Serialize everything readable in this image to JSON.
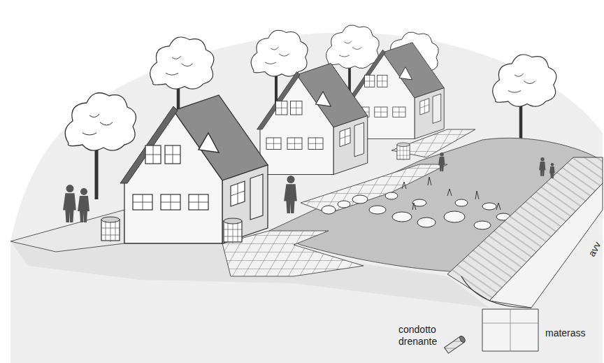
{
  "diagram": {
    "labels": [
      "condotto drenante",
      "materass",
      "avv"
    ]
  }
}
